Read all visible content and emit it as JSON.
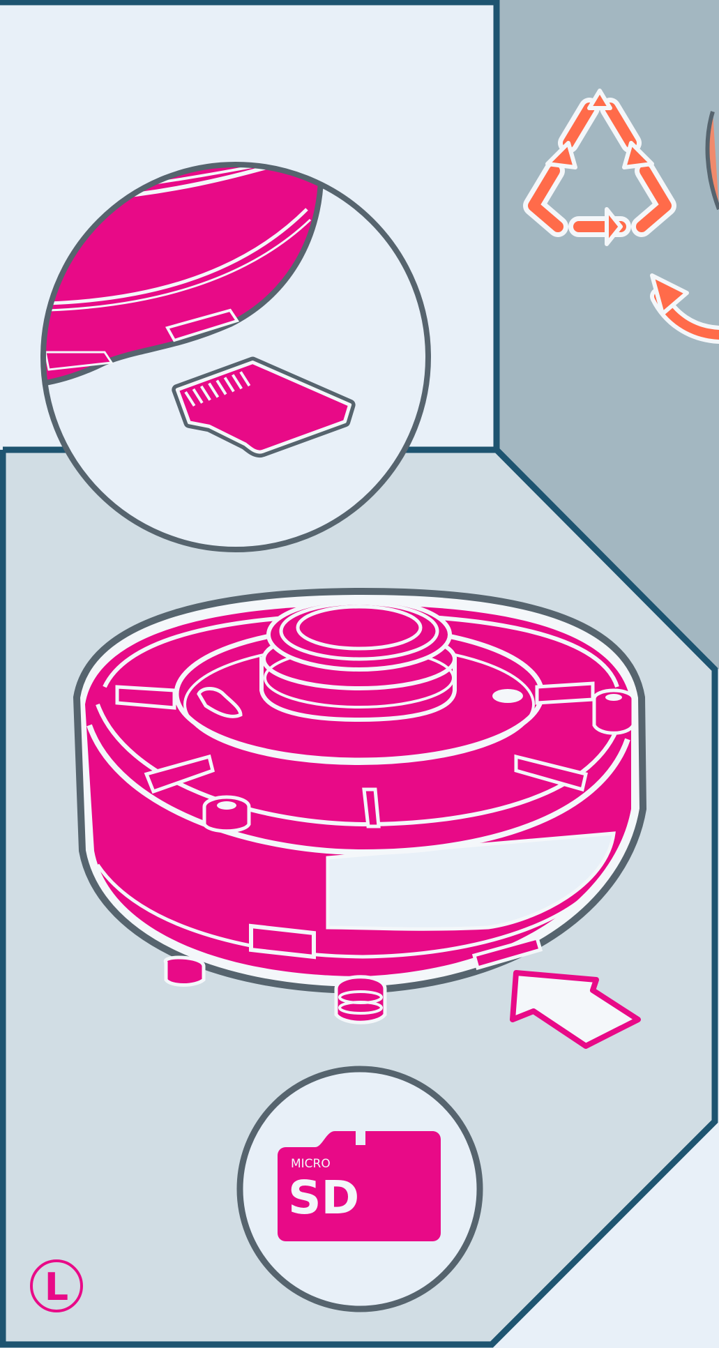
{
  "colors": {
    "page_background": "#e8f0f8",
    "panel_frame": "#1e5470",
    "lower_panel_fill": "#d1dde4",
    "right_panel_fill": "#a3b7c1",
    "device_magenta": "#e80a87",
    "outline_gray": "#56646e",
    "recycle_orange": "#ff6b4a"
  },
  "icons": {
    "recycle": "recycle-icon",
    "arrow": "insert-arrow-icon",
    "card": "micro-sd-card-icon",
    "badge": "letter-l-badge"
  },
  "sd_badge": {
    "small_label": "MICRO",
    "big_label": "SD"
  },
  "corner_badge": {
    "letter": "L"
  }
}
